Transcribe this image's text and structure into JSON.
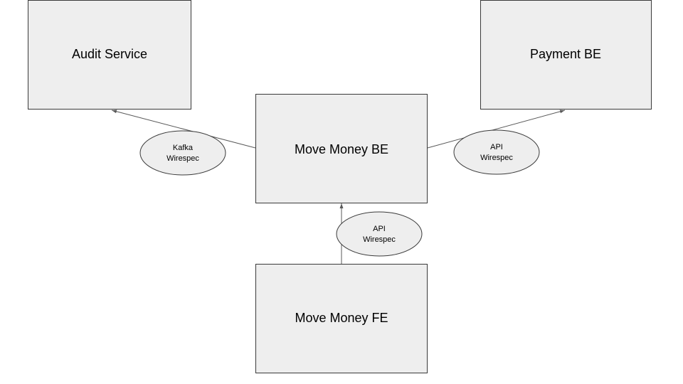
{
  "nodes": {
    "audit_service": {
      "label": "Audit Service"
    },
    "payment_be": {
      "label": "Payment BE"
    },
    "move_money_be": {
      "label": "Move Money BE"
    },
    "move_money_fe": {
      "label": "Move Money FE"
    }
  },
  "edges": {
    "be_to_audit": {
      "line1": "Kafka",
      "line2": "Wirespec"
    },
    "be_to_payment": {
      "line1": "API",
      "line2": "Wirespec"
    },
    "fe_to_be": {
      "line1": "API",
      "line2": "Wirespec"
    }
  },
  "colors": {
    "box_fill": "#eeeeee",
    "box_stroke": "#3a3a3a",
    "line": "#595959"
  }
}
